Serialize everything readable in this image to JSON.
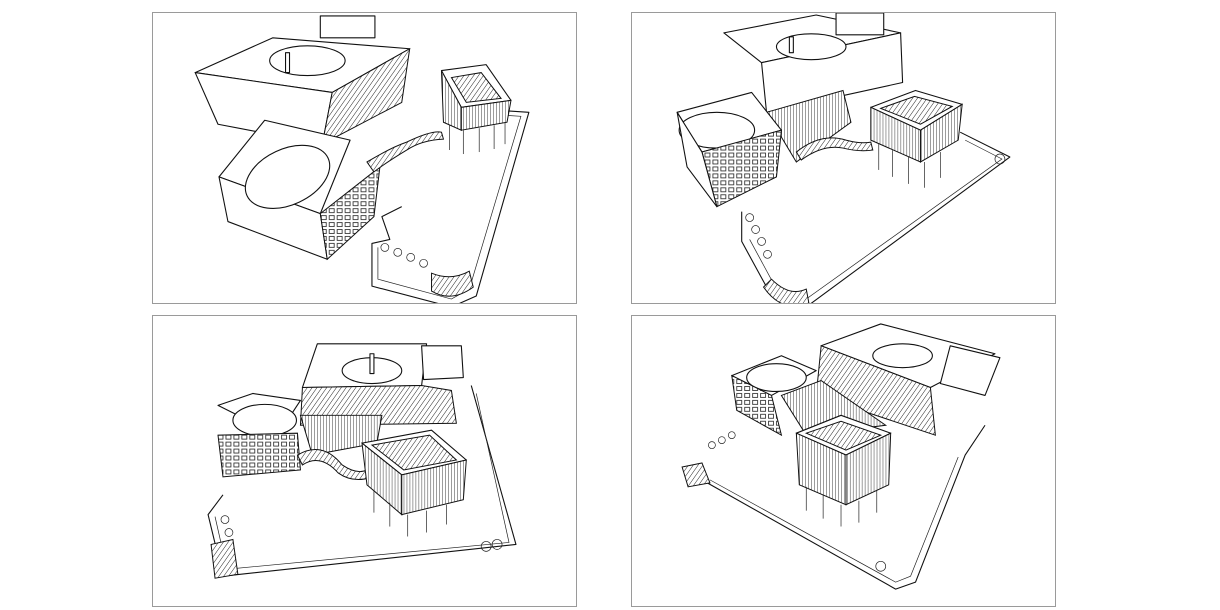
{
  "sheet": {
    "views": [
      {
        "id": "v1",
        "label": ""
      },
      {
        "id": "v2",
        "label": ""
      },
      {
        "id": "v3",
        "label": ""
      },
      {
        "id": "v4",
        "label": ""
      }
    ]
  },
  "colors": {
    "line": "#111111",
    "frame": "#9a9a9a",
    "background": "#ffffff"
  }
}
